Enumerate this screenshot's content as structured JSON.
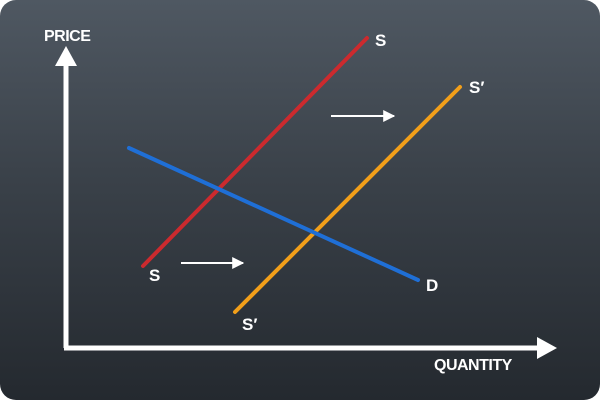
{
  "axes": {
    "y_label": "PRICE",
    "x_label": "QUANTITY",
    "color": "#ffffff"
  },
  "curves": {
    "supply": {
      "label_top": "S",
      "label_bottom": "S",
      "color": "#cc2a2e"
    },
    "supply_shifted": {
      "label_top": "S′",
      "label_bottom": "S′",
      "color": "#f29f1a"
    },
    "demand": {
      "label": "D",
      "color": "#1f6fd6"
    }
  },
  "shift_arrows": {
    "count": 2,
    "direction": "right",
    "color": "#ffffff"
  }
}
